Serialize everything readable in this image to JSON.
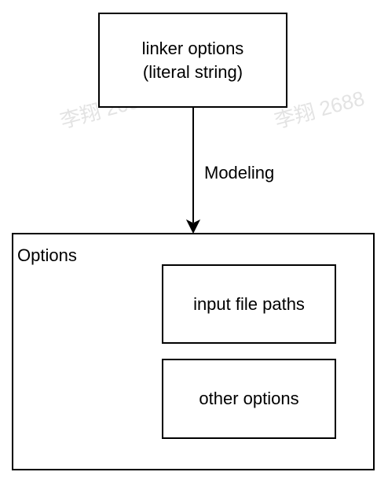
{
  "diagram": {
    "top_box": {
      "line1": "linker options",
      "line2": "(literal string)"
    },
    "edge_label": "Modeling",
    "container": {
      "title": "Options",
      "items": [
        {
          "label": "input file paths"
        },
        {
          "label": "other options"
        }
      ]
    }
  },
  "watermark": {
    "text": "李翔 2688",
    "color": "#e3e3e3"
  },
  "colors": {
    "stroke": "#000000",
    "background": "#ffffff"
  }
}
